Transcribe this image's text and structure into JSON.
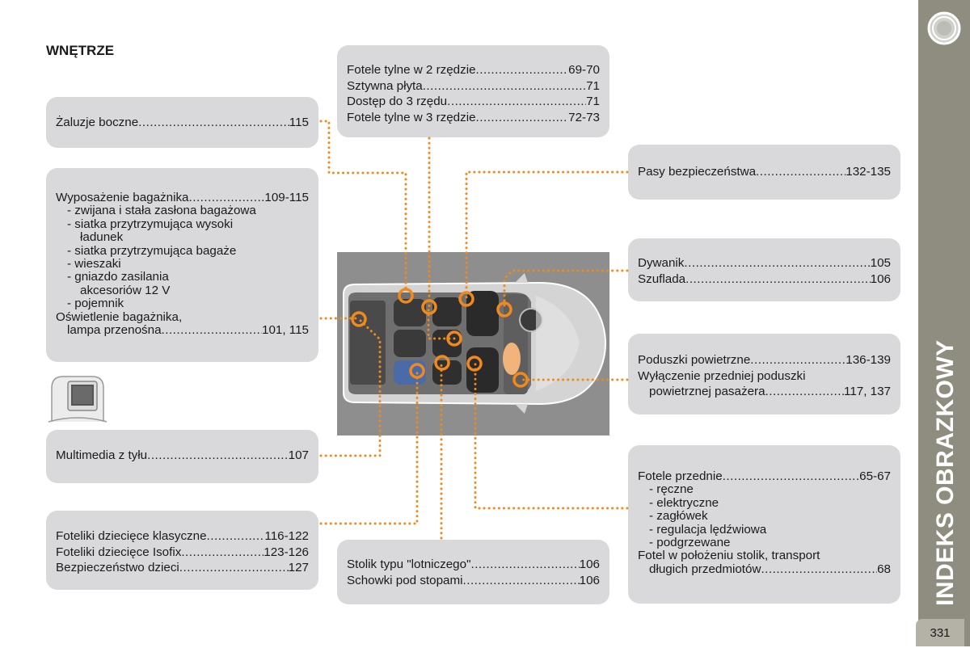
{
  "page": {
    "title": "WNĘTRZE",
    "section_title": "INDEKS OBRAZKOWY",
    "page_number": "331"
  },
  "boxes": {
    "zaluzje": {
      "label": "Żaluzje boczne",
      "page": "115"
    },
    "bagaznik": {
      "title": {
        "label": "Wyposażenie bagażnika",
        "page": "109-115"
      },
      "items": [
        "- zwijana i stała zasłona bagażowa",
        "- siatka przytrzymująca wysoki",
        "ładunek",
        "- siatka przytrzymująca bagaże",
        "- wieszaki",
        "- gniazdo zasilania",
        "akcesoriów 12 V",
        "- pojemnik"
      ],
      "light_line1": "Oświetlenie bagażnika,",
      "light_label": "lampa przenośna",
      "light_page": "101, 115"
    },
    "multimedia": {
      "label": "Multimedia z tyłu",
      "page": "107"
    },
    "foteliki": [
      {
        "label": "Foteliki dziecięce klasyczne",
        "page": "116-122"
      },
      {
        "label": "Foteliki dziecięce Isofix",
        "page": "123-126"
      },
      {
        "label": "Bezpieczeństwo dzieci",
        "page": "127"
      }
    ],
    "fotele_tylne": [
      {
        "label": "Fotele tylne w 2 rzędzie",
        "page": "69-70"
      },
      {
        "label": "Sztywna płyta",
        "page": "71"
      },
      {
        "label": "Dostęp do 3 rzędu",
        "page": "71"
      },
      {
        "label": "Fotele tylne w 3 rzędzie",
        "page": "72-73"
      }
    ],
    "stolik": [
      {
        "label": "Stolik typu \"lotniczego\"",
        "page": "106"
      },
      {
        "label": "Schowki pod stopami",
        "page": "106"
      }
    ],
    "pasy": {
      "label": "Pasy bezpieczeństwa",
      "page": "132-135"
    },
    "dywanik": [
      {
        "label": "Dywanik",
        "page": "105"
      },
      {
        "label": "Szuflada",
        "page": "106"
      }
    ],
    "poduszki": {
      "title": {
        "label": "Poduszki powietrzne",
        "page": "136-139"
      },
      "line2": "Wyłączenie przedniej poduszki",
      "line3_label": "powietrznej pasażera",
      "line3_page": "117, 137"
    },
    "fotele_przednie": {
      "title": {
        "label": "Fotele przednie",
        "page": "65-67"
      },
      "items": [
        "- ręczne",
        "- elektryczne",
        "- zagłówek",
        "- regulacja lędźwiowa",
        "- podgrzewane"
      ],
      "line_table": "Fotel w położeniu stolik, transport",
      "line_table2_label": "długich przedmiotów",
      "line_table2_page": "68"
    }
  },
  "colors": {
    "box_bg": "#d9d9db",
    "accent_orange": "#f08a1c",
    "car_bg": "#8e8e8f",
    "tab_bg": "#b4b1a6"
  },
  "icons": [
    "headrest-screen-icon",
    "wheel-icon"
  ]
}
